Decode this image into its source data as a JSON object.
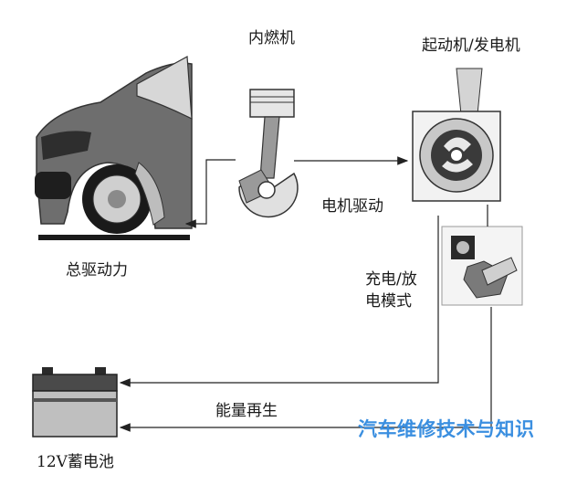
{
  "labels": {
    "engine": "内燃机",
    "starter_generator": "起动机/发电机",
    "motor_drive": "电机驱动",
    "total_drive": "总驱动力",
    "charge_mode_line1": "充电/放",
    "charge_mode_line2": "电模式",
    "energy_regen": "能量再生",
    "battery": "12V蓄电池"
  },
  "watermark": "汽车维修技术与知识",
  "colors": {
    "line": "#222222",
    "body_fill": "#6e6e6e",
    "watermark": "#3b8fe0"
  }
}
